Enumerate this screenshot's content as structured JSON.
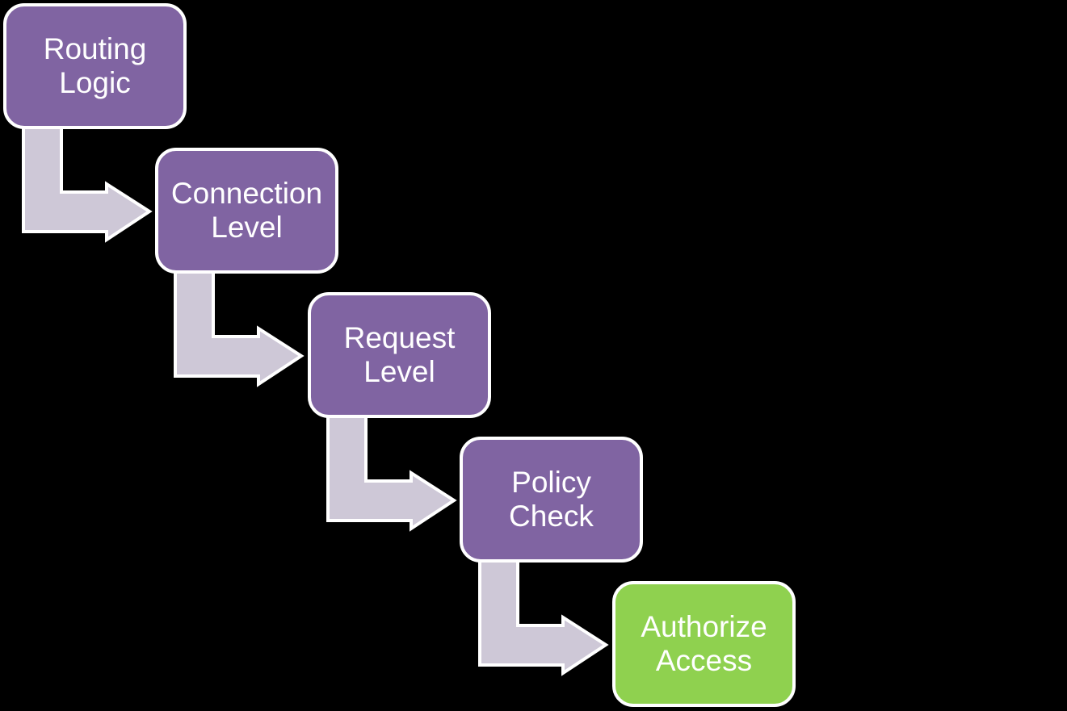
{
  "diagram": {
    "type": "step-down-process",
    "nodes": [
      {
        "id": "routing-logic",
        "line1": "Routing",
        "line2": "Logic",
        "fill": "#8064A2"
      },
      {
        "id": "connection-level",
        "line1": "Connection",
        "line2": "Level",
        "fill": "#8064A2"
      },
      {
        "id": "request-level",
        "line1": "Request",
        "line2": "Level",
        "fill": "#8064A2"
      },
      {
        "id": "policy-check",
        "line1": "Policy",
        "line2": "Check",
        "fill": "#8064A2"
      },
      {
        "id": "authorize-access",
        "line1": "Authorize",
        "line2": "Access",
        "fill": "#8FD14F"
      }
    ],
    "colors": {
      "node_purple": "#8064A2",
      "node_green": "#8FD14F",
      "node_border": "#FFFFFF",
      "arrow_fill": "#CEC8D7",
      "arrow_stroke": "#FFFFFF",
      "text": "#FFFFFF",
      "background": "#000000"
    }
  }
}
